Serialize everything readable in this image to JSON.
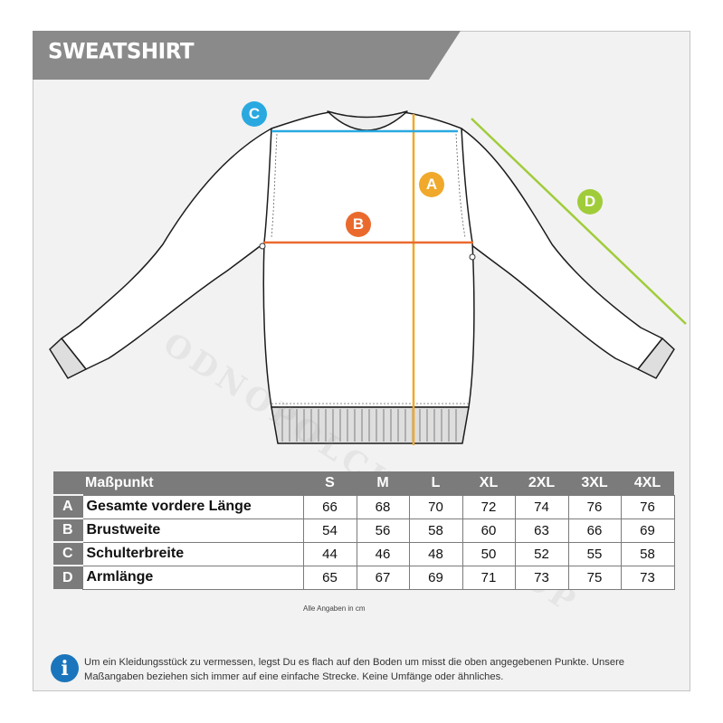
{
  "header": {
    "title": "SWEATSHIRT"
  },
  "badges": {
    "a": "A",
    "b": "B",
    "c": "C",
    "d": "D"
  },
  "watermark": "ODNOPOLCHANNSHOP",
  "colors": {
    "a": "#f0a92b",
    "b": "#ea6a2e",
    "c": "#2aa9e0",
    "d": "#a0cc3a",
    "header": "#8a8a8a",
    "table": "#7b7b7b",
    "info": "#1b75bc"
  },
  "table": {
    "header_label": "Maßpunkt",
    "sizes": [
      "S",
      "M",
      "L",
      "XL",
      "2XL",
      "3XL",
      "4XL"
    ],
    "rows": [
      {
        "letter": "A",
        "name": "Gesamte vordere Länge",
        "values": [
          "66",
          "68",
          "70",
          "72",
          "74",
          "76",
          "76"
        ]
      },
      {
        "letter": "B",
        "name": "Brustweite",
        "values": [
          "54",
          "56",
          "58",
          "60",
          "63",
          "66",
          "69"
        ]
      },
      {
        "letter": "C",
        "name": "Schulterbreite",
        "values": [
          "44",
          "46",
          "48",
          "50",
          "52",
          "55",
          "58"
        ]
      },
      {
        "letter": "D",
        "name": "Armlänge",
        "values": [
          "65",
          "67",
          "69",
          "71",
          "73",
          "75",
          "73"
        ]
      }
    ]
  },
  "note": "Alle Angaben in cm",
  "info": {
    "icon": "info-icon",
    "text": "Um ein Kleidungsstück zu vermessen, legst Du es flach auf den Boden um misst die oben angegebenen Punkte. Unsere Maßangaben beziehen sich immer auf eine einfache Strecke. Keine Umfänge oder ähnliches."
  }
}
